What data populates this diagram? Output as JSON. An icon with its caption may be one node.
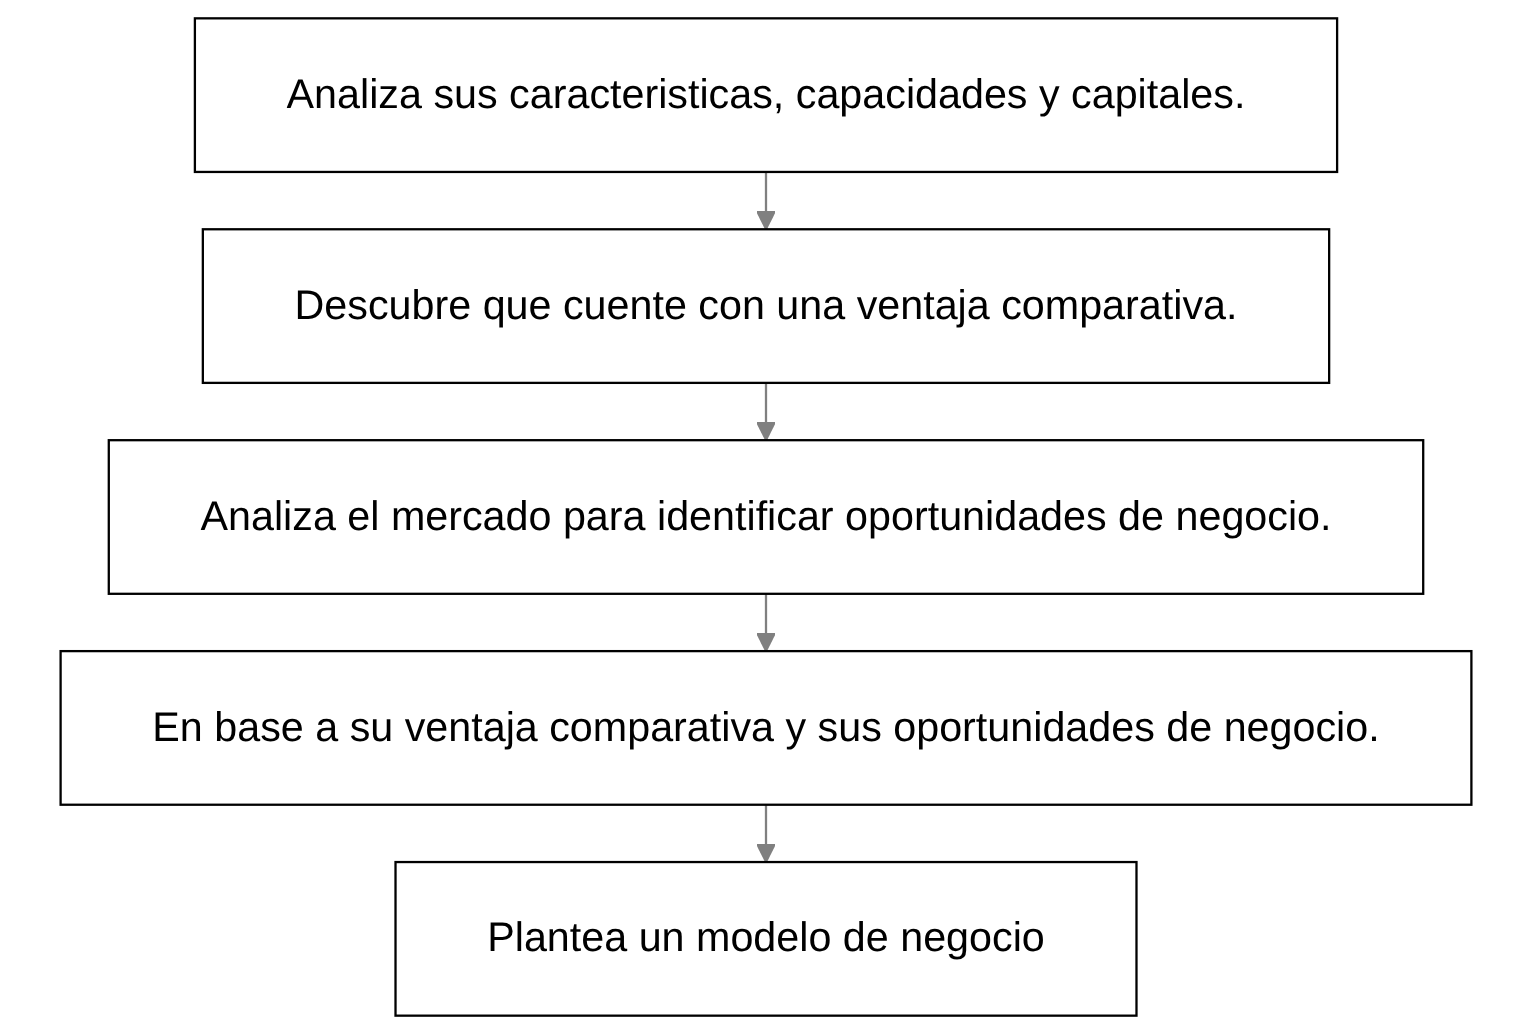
{
  "diagram": {
    "nodes": [
      {
        "text": [
          "Analiza sus caracteristicas, capacidades y capitales."
        ]
      },
      {
        "text": [
          "Descubre que cuente con una ventaja comparativa."
        ]
      },
      {
        "text": [
          "Analiza el mercado para identificar oportunidades de negocio."
        ]
      },
      {
        "text": [
          "En base a su ventaja comparativa y sus oportunidades de negocio."
        ]
      },
      {
        "text": [
          "Plantea un modelo de negocio"
        ]
      }
    ],
    "edges": [
      {
        "from": 0,
        "to": 1,
        "arrow": "to"
      },
      {
        "from": 1,
        "to": 2,
        "arrow": "to"
      },
      {
        "from": 2,
        "to": 3,
        "arrow": "to"
      },
      {
        "from": 3,
        "to": 4,
        "arrow": "to"
      }
    ]
  }
}
